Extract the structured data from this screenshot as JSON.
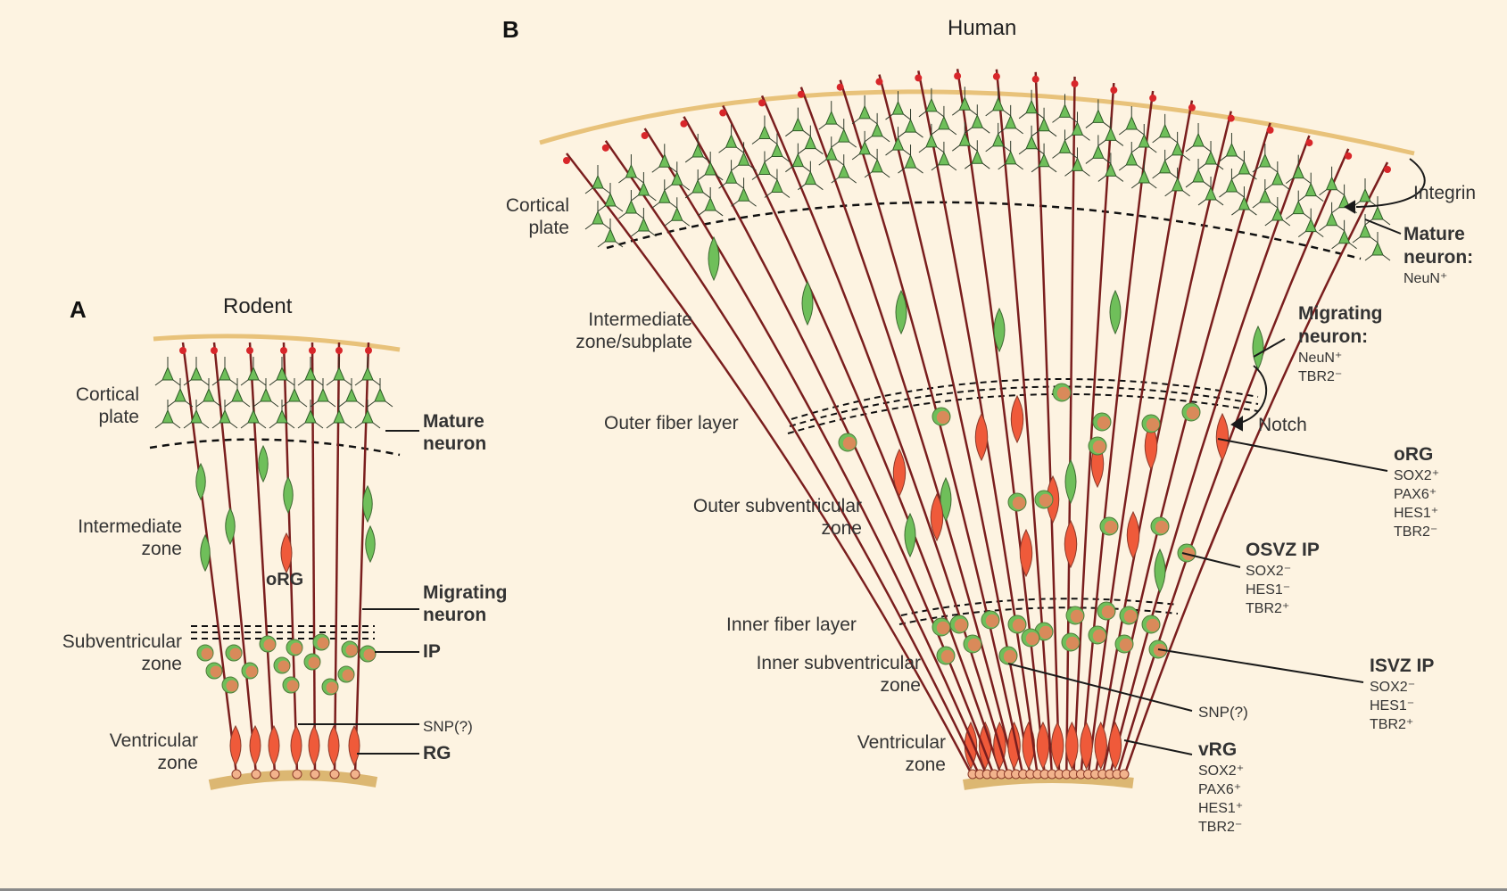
{
  "panel_a": {
    "letter": "A",
    "title": "Rodent",
    "zones": {
      "cortical_plate": [
        "Cortical",
        "plate"
      ],
      "intermediate": [
        "Intermediate",
        "zone"
      ],
      "subventricular": [
        "Subventricular",
        "zone"
      ],
      "ventricular": [
        "Ventricular",
        "zone"
      ]
    },
    "cells": {
      "mature_neuron": [
        "Mature",
        "neuron"
      ],
      "org": "oRG",
      "migrating_neuron": [
        "Migrating",
        "neuron"
      ],
      "ip": "IP",
      "snp": "SNP(?)",
      "rg": "RG"
    }
  },
  "panel_b": {
    "letter": "B",
    "title": "Human",
    "zones": {
      "cortical_plate": [
        "Cortical",
        "plate"
      ],
      "intermediate": [
        "Intermediate",
        "zone/subplate"
      ],
      "outer_fiber": "Outer fiber layer",
      "outer_svz": [
        "Outer subventricular",
        "zone"
      ],
      "inner_fiber": "Inner fiber layer",
      "inner_svz": [
        "Inner subventricular",
        "zone"
      ],
      "ventricular": [
        "Ventricular",
        "zone"
      ]
    },
    "signals": {
      "integrin": "Integrin",
      "notch": "Notch"
    },
    "cells": {
      "mature_neuron": {
        "name": [
          "Mature",
          "neuron:"
        ],
        "markers": [
          "NeuN⁺"
        ]
      },
      "migrating_neuron": {
        "name": [
          "Migrating",
          "neuron:"
        ],
        "markers": [
          "NeuN⁺",
          "TBR2⁻"
        ]
      },
      "org": {
        "name": "oRG",
        "markers": [
          "SOX2⁺",
          "PAX6⁺",
          "HES1⁺",
          "TBR2⁻"
        ]
      },
      "osvz_ip": {
        "name": "OSVZ IP",
        "markers": [
          "SOX2⁻",
          "HES1⁻",
          "TBR2⁺"
        ]
      },
      "isvz_ip": {
        "name": "ISVZ IP",
        "markers": [
          "SOX2⁻",
          "HES1⁻",
          "TBR2⁺"
        ]
      },
      "snp": {
        "name": "SNP(?)"
      },
      "vrg": {
        "name": "vRG",
        "markers": [
          "SOX2⁺",
          "PAX6⁺",
          "HES1⁺",
          "TBR2⁻"
        ]
      }
    }
  },
  "colors": {
    "background": "#fdf3e1",
    "pia": "#e8c27a",
    "ventricle": "#dcb772",
    "fiber": "#7a1e1e",
    "neuron": "#6fbf5a",
    "progenitor": "#ef5a3a",
    "endfoot": "#d8262a"
  }
}
